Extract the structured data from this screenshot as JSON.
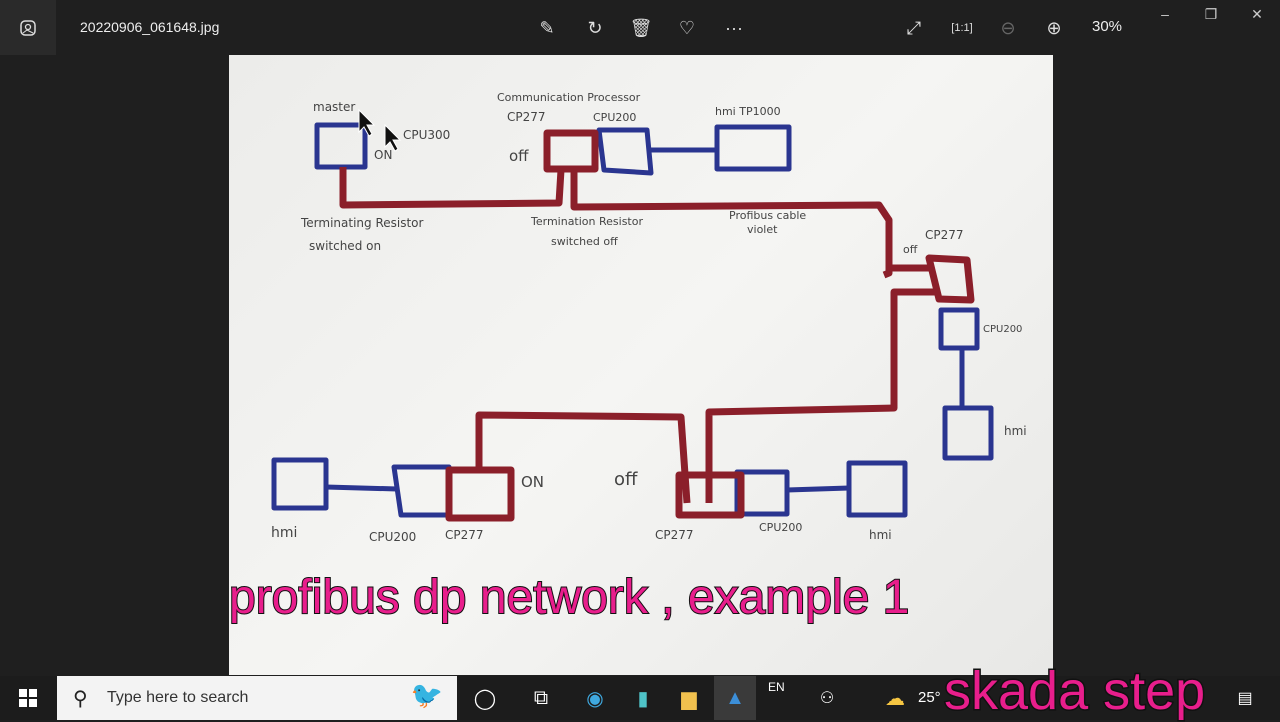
{
  "window": {
    "file_name": "20220906_061648.jpg",
    "zoom_level": "30%"
  },
  "toolbar": {
    "icons": [
      "edit-image-icon",
      "rotate-icon",
      "delete-icon",
      "favorite-heart-icon",
      "more-icon",
      "fullscreen-icon",
      "actual-size-icon",
      "zoom-out-icon",
      "zoom-in-icon"
    ]
  },
  "diagram": {
    "labels": {
      "master": "master",
      "cpu300": "CPU300",
      "on1": "ON",
      "comm": "Communication Processor",
      "cp277_top": "CP277",
      "cpu200_top": "CPU200",
      "hmi_tp": "hmi TP1000",
      "off1": "off",
      "term_on_1": "Terminating Resistor",
      "term_on_2": "switched on",
      "term_off_1": "Termination Resistor",
      "term_off_2": "switched off",
      "cable_1": "Profibus cable",
      "cable_2": "violet",
      "off_right": "off",
      "cp277_right": "CP277",
      "cpu200_right": "CPU200",
      "hmi_right": "hmi",
      "hmi_bl": "hmi",
      "cpu200_bl": "CPU200",
      "cp277_bl": "CP277",
      "on_bl": "ON",
      "off_bm": "off",
      "cp277_bm": "CP277",
      "cpu200_bm": "CPU200",
      "hmi_bm": "hmi"
    },
    "colors": {
      "profibus_cable": "#8b1f2a",
      "device": "#2a3590"
    }
  },
  "caption": "profibus dp network , example 1",
  "taskbar": {
    "search_placeholder": "Type here to search",
    "language": "EN",
    "temperature": "25°"
  },
  "watermark": "skada step"
}
